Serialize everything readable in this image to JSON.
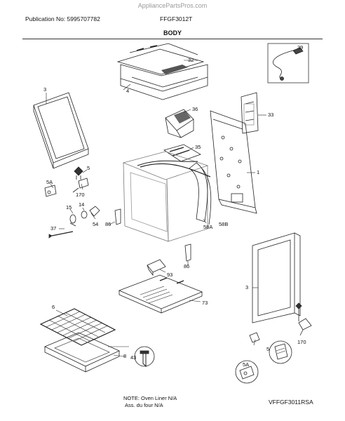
{
  "header": {
    "watermark": "AppliancePartsPros.com",
    "publication": "Publication No: 5995707782",
    "model": "FFGF3012T",
    "section": "BODY"
  },
  "footer": {
    "note_line1": "NOTE: Oven Liner N/A",
    "note_line2": "Ass. du four N/A",
    "code": "VFFGF3011RSA"
  },
  "callouts": {
    "c39": "39",
    "c32": "32",
    "c4": "4",
    "c3a": "3",
    "c36": "36",
    "c33": "33",
    "c35": "35",
    "c1": "1",
    "c5a": "5",
    "c170a": "170",
    "c5Aa": "5A",
    "c15": "15",
    "c14": "14",
    "c54": "54",
    "c86a": "86",
    "c37": "37",
    "c58A": "58A",
    "c58B": "58B",
    "c86b": "86",
    "c93": "93",
    "c73": "73",
    "c3b": "3",
    "c6": "6",
    "c43": "43",
    "c8": "8",
    "c5b": "5",
    "c170b": "170",
    "c5Ab": "5A"
  }
}
